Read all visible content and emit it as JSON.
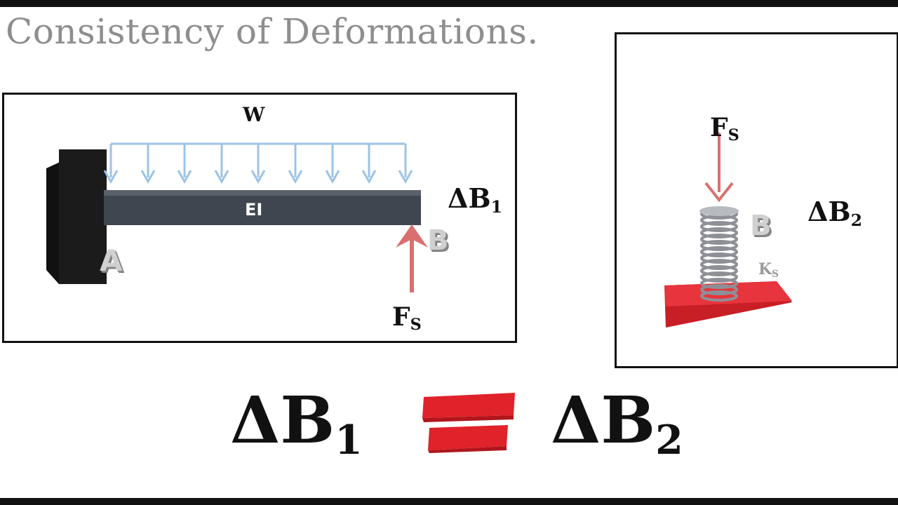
{
  "title": "Consistency of Deformations.",
  "beam": {
    "load_label": "W",
    "stiffness_label": "EI",
    "support_label": "A",
    "end_label": "B",
    "force_label": "F",
    "force_sub": "S",
    "deflection_label": "ΔB",
    "deflection_sub": "1"
  },
  "spring": {
    "force_label": "F",
    "force_sub": "S",
    "point_label": "B",
    "stiffness_label": "K",
    "stiffness_sub": "S",
    "deflection_label": "ΔB",
    "deflection_sub": "2"
  },
  "equation": {
    "left": "ΔB",
    "left_sub": "1",
    "right": "ΔB",
    "right_sub": "2"
  },
  "colors": {
    "load_arrows": "#9cc3e6",
    "force_arrow": "#d9706f",
    "equals_sign": "#e0222a",
    "spring_base": "#e8343c",
    "wall": "#1b1b1b",
    "beam": "#3f4650"
  }
}
